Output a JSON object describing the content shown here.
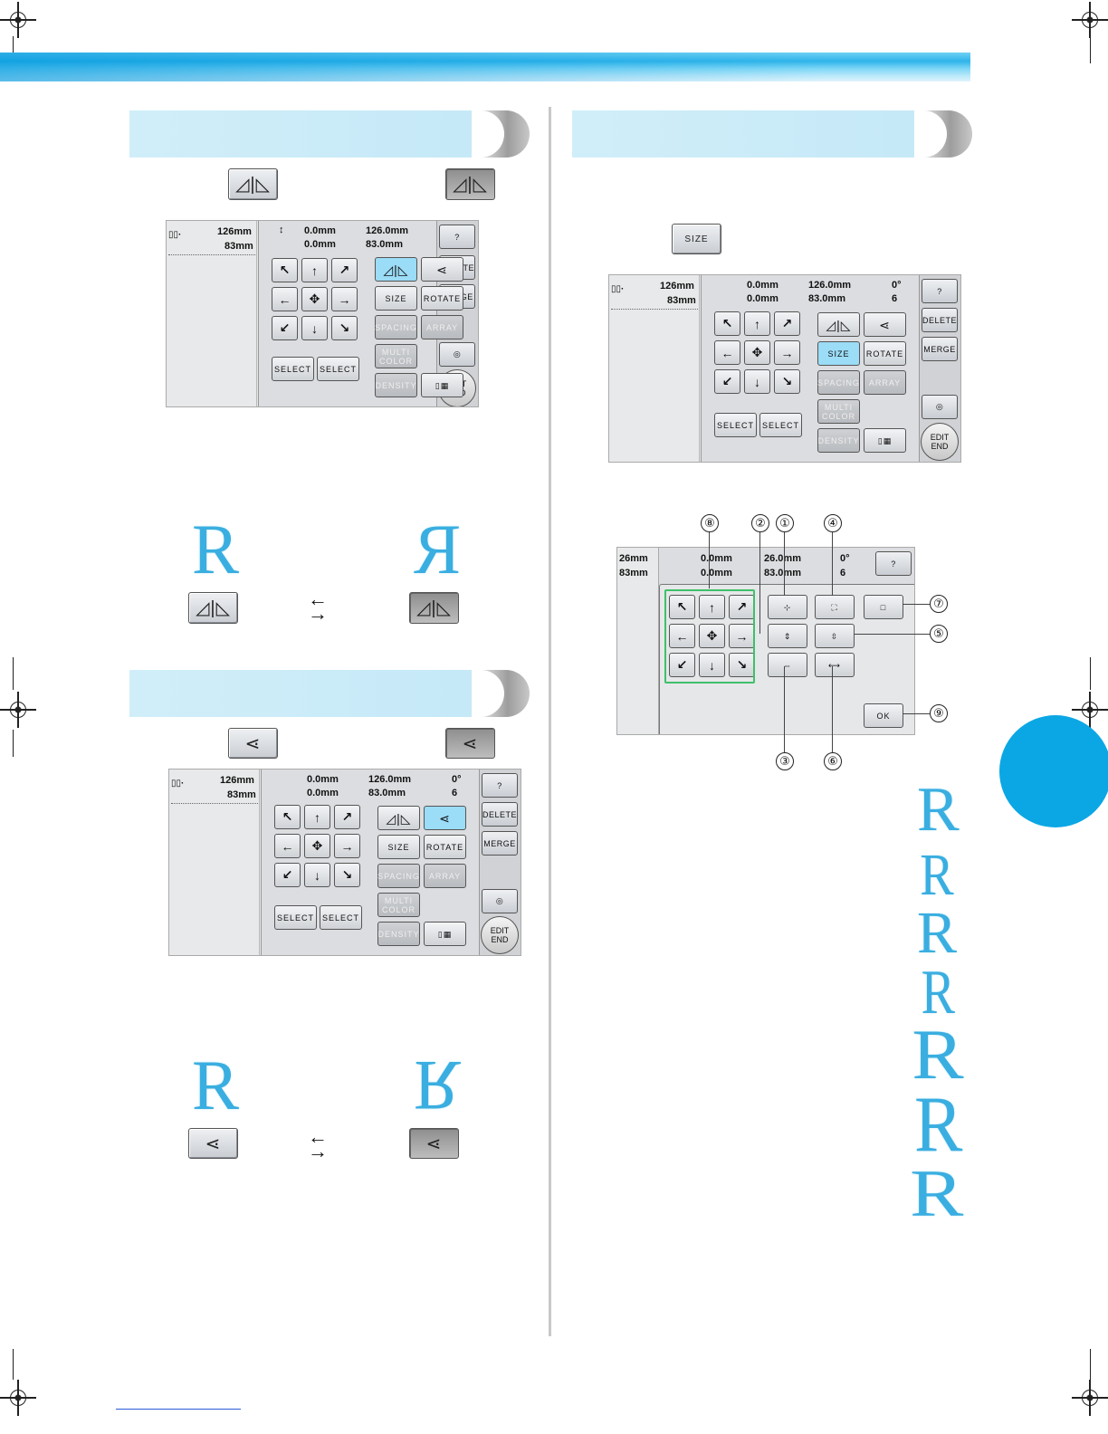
{
  "icons": [
    "registration-mark",
    "mirror-horizontal-icon",
    "mirror-vertical-icon",
    "arrow-icon",
    "center-icon",
    "swap-arrows-icon",
    "memory-icon",
    "help-icon",
    "embroidery-icon",
    "frame-icon"
  ],
  "colors": {
    "accent": "#0aa7e4",
    "header": "#c9ebf8",
    "selected": "#9bdcf7"
  },
  "panel": {
    "pos_vert": "0.0mm",
    "pos_horz": "0.0mm",
    "height": "126.0mm",
    "width": "83.0mm",
    "rotation": "0°",
    "colors": "6",
    "size_w": "126mm",
    "size_h": "83mm",
    "btn_size": "SIZE",
    "btn_rotate": "ROTATE",
    "btn_spacing": "SPACING",
    "btn_array": "ARRAY",
    "btn_multi": "MULTI COLOR",
    "btn_density": "DENSITY",
    "btn_select_l": "SELECT",
    "btn_select_r": "SELECT",
    "btn_delete": "DELETE",
    "btn_merge": "MERGE",
    "btn_editend": "EDIT END"
  },
  "size_btn": "SIZE",
  "size_panel": {
    "w": "26mm",
    "h": "83mm",
    "v1": "0.0mm",
    "v2": "0.0mm",
    "r1": "26.0mm",
    "r2": "83.0mm",
    "deg": "0°",
    "cnt": "6",
    "ok": "OK"
  },
  "callouts": [
    "⑧",
    "②",
    "①",
    "④",
    "⑦",
    "⑤",
    "⑨",
    "③",
    "⑥"
  ],
  "letter": "R",
  "letter_mirror": "Я"
}
